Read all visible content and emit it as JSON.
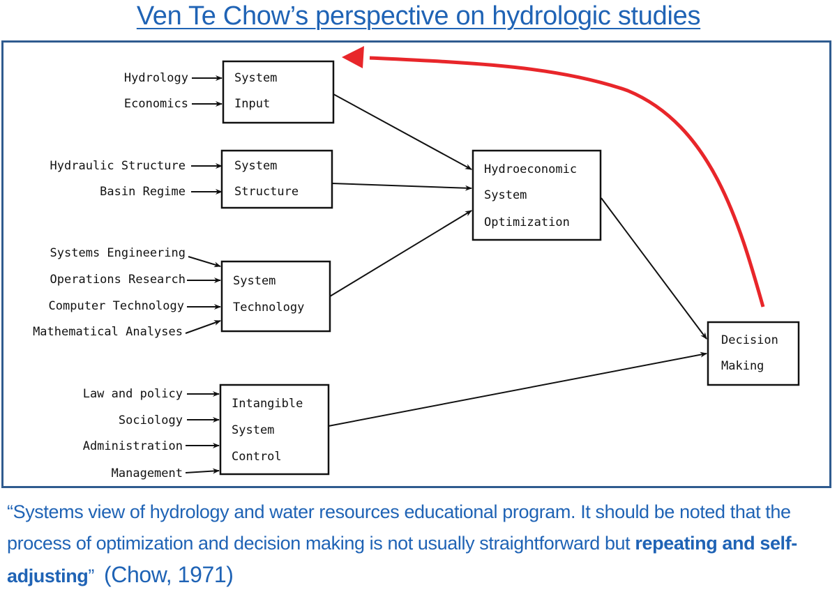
{
  "title": "Ven Te Chow’s perspective on hydrologic studies",
  "diagram": {
    "groups": [
      {
        "box_lines": [
          "System",
          "Input"
        ],
        "inputs": [
          "Hydrology",
          "Economics"
        ]
      },
      {
        "box_lines": [
          "System",
          "Structure"
        ],
        "inputs": [
          "Hydraulic Structure",
          "Basin Regime"
        ]
      },
      {
        "box_lines": [
          "System",
          "Technology"
        ],
        "inputs": [
          "Systems Engineering",
          "Operations Research",
          "Computer Technology",
          "Mathematical Analyses"
        ]
      },
      {
        "box_lines": [
          "Intangible",
          "System",
          "Control"
        ],
        "inputs": [
          "Law and policy",
          "Sociology",
          "Administration",
          "Management"
        ]
      }
    ],
    "optimization_box": [
      "Hydroeconomic",
      "System",
      "Optimization"
    ],
    "decision_box": [
      "Decision",
      "Making"
    ],
    "feedback_arrow_color": "#e8262a"
  },
  "caption": {
    "part1": "“Systems view of hydrology and water resources educational program. It should be noted that the process of optimization and decision making is not usually straightforward but ",
    "emphasis": "repeating and self-adjusting",
    "part2": "”",
    "citation": "(Chow, 1971)"
  }
}
